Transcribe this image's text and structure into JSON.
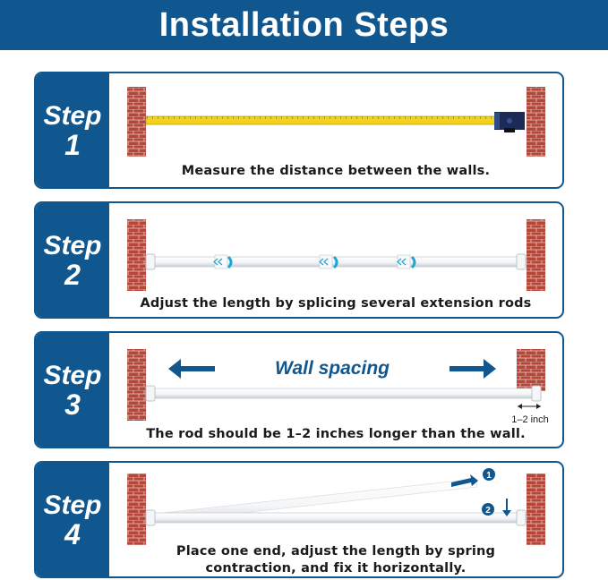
{
  "title": "Installation Steps",
  "colors": {
    "brand_blue": "#10578f",
    "brick": "#b5473a",
    "tape_yellow": "#f2d21b",
    "ring_cyan": "#1fa5d8"
  },
  "steps": [
    {
      "word": "Step",
      "number": "1",
      "caption": "Measure the distance between the walls."
    },
    {
      "word": "Step",
      "number": "2",
      "caption": "Adjust the length by splicing several extension rods"
    },
    {
      "word": "Step",
      "number": "3",
      "caption": "The rod should be 1–2 inches longer than the wall.",
      "heading": "Wall spacing",
      "gap_label": "1–2 inch"
    },
    {
      "word": "Step",
      "number": "4",
      "caption_line1": "Place one end, adjust the length by spring",
      "caption_line2": "contraction, and fix it horizontally.",
      "badge1": "1",
      "badge2": "2"
    }
  ]
}
